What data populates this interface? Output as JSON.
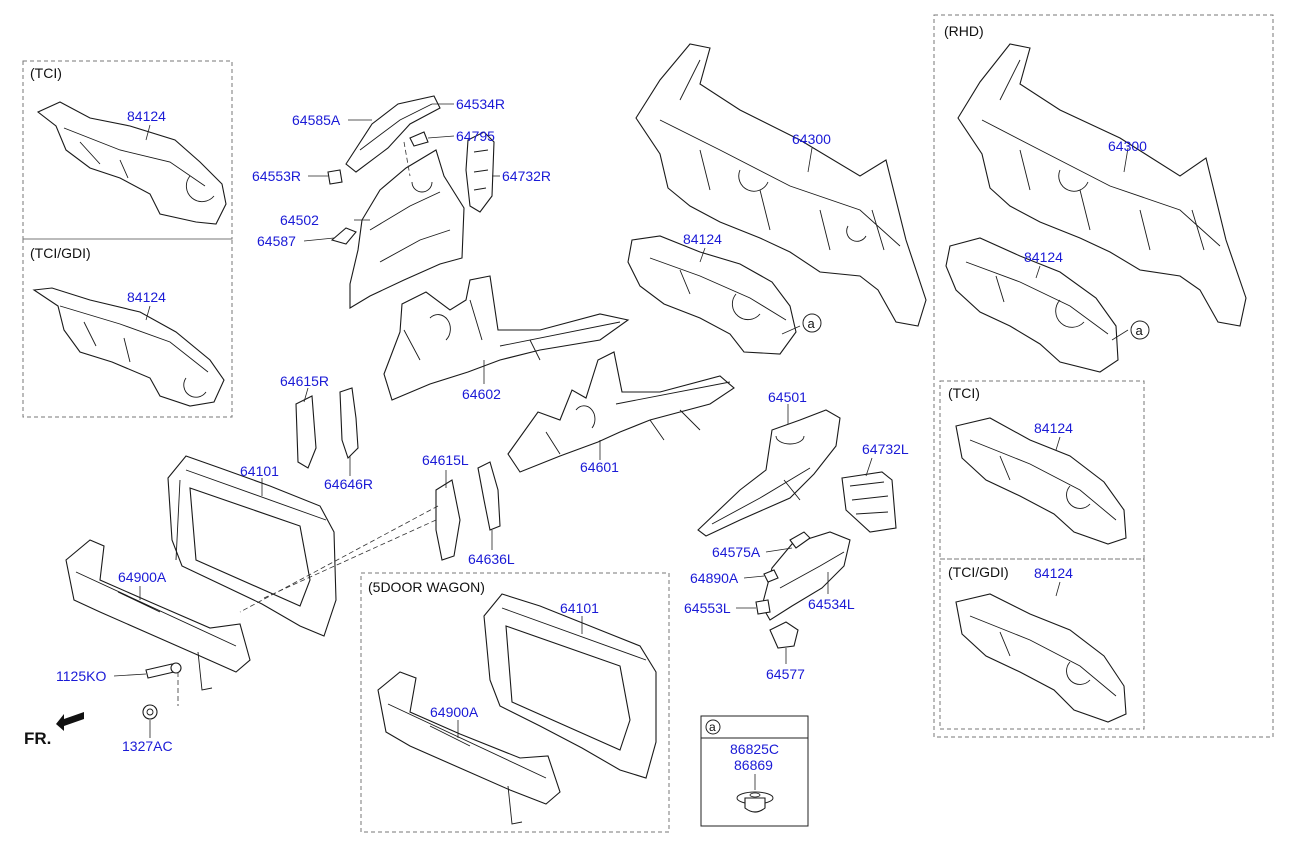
{
  "groups": {
    "tci_left": "(TCI)",
    "tci_gdi_left": "(TCI/GDI)",
    "rhd": "(RHD)",
    "tci_right": "(TCI)",
    "tci_gdi_right": "(TCI/GDI)",
    "five_door_wagon": "(5DOOR WAGON)",
    "detail_a_marker": "a"
  },
  "parts": {
    "dash_insulator_84124": "84124",
    "extension_bracket_64585a": "64585A",
    "member_64534r": "64534R",
    "clip_64795": "64795",
    "bracket_64553r": "64553R",
    "apron_panel_64732r": "64732R",
    "fender_apron_64502": "64502",
    "bracket_64587": "64587",
    "dash_panel_64300": "64300",
    "side_member_64602": "64602",
    "bracket_64615r": "64615R",
    "bracket_64646r": "64646R",
    "radiator_support_64101": "64101",
    "bracket_64615l": "64615L",
    "side_member_64601": "64601",
    "fender_apron_64501": "64501",
    "apron_panel_64732l": "64732L",
    "bracket_64636l": "64636L",
    "bracket_64575a": "64575A",
    "clip_64890a": "64890A",
    "member_64534l": "64534L",
    "bracket_64553l": "64553L",
    "bracket_64577": "64577",
    "bumper_rail_64900a": "64900A",
    "bolt_1125ko": "1125KO",
    "nut_1327ac": "1327AC",
    "fastener_86825c": "86825C",
    "fastener_86869": "86869"
  },
  "direction": "FR."
}
